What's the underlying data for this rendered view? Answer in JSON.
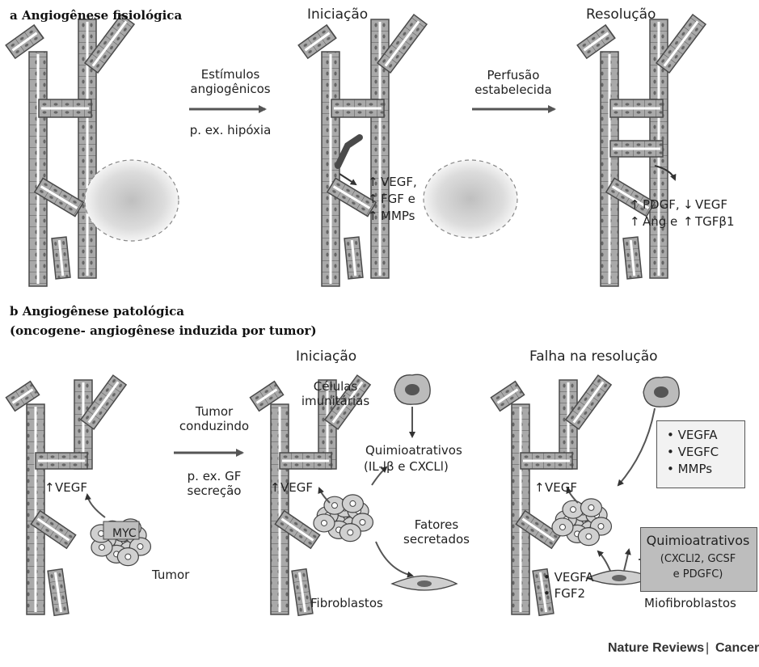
{
  "panel_a": {
    "heading": "a  Angiogênese fisiológica",
    "stage_initiation": "Iniciação",
    "stage_resolution": "Resolução",
    "arrow1_line1": "Estímulos",
    "arrow1_line2": "angiogênicos",
    "arrow1_sub": "p. ex. hipóxia",
    "arrow2_line1": "Perfusão",
    "arrow2_line2": "estabelecida",
    "init_factors": [
      "VEGF,",
      "FGF e",
      "MMPs"
    ],
    "res_line1_a": "PDGF,",
    "res_line1_b": "VEGF",
    "res_line2_a": "Ang e",
    "res_line2_b": "TGFβ1"
  },
  "panel_b": {
    "heading_line1": "b  Angiogênese  patológica",
    "heading_line2": "(oncogene- angiogênese induzida  por tumor)",
    "stage_initiation": "Iniciação",
    "stage_failure": "Falha na resolução",
    "arrow_line1": "Tumor",
    "arrow_line2": "conduzindo",
    "arrow_sub1": "p. ex. GF",
    "arrow_sub2": "secreção",
    "vegf_label": "VEGF",
    "myc_label": "MYC",
    "tumor_label": "Tumor",
    "immune_line1": "Células",
    "immune_line2": "imunitárias",
    "chemo_line1": "Quimioatrativos",
    "chemo_line2": "(IL-lβ  e CXCLl)",
    "secreted_line1": "Fatores",
    "secreted_line2": "secretados",
    "fibroblasts_label": "Fibroblastos",
    "box_items": [
      "• VEGFA",
      "• VEGFC",
      "• MMPs"
    ],
    "failure_factors": [
      "• VEGFA",
      "• FGF2"
    ],
    "chemo2_title": "Quimioatrativos",
    "chemo2_line1": "(CXCLl2,  GCSF",
    "chemo2_line2": "e PDGFC)",
    "myofibroblasts_label": "Miofibroblastos"
  },
  "footer": {
    "journal": "Nature Reviews",
    "separator": "|",
    "section": "Cancer"
  },
  "colors": {
    "vessel_fill": "#a9a9a9",
    "vessel_stroke": "#4a4a4a",
    "cell_fill": "#d0d0d0",
    "arrow": "#555555",
    "gray_box": "#bdbdbd"
  }
}
